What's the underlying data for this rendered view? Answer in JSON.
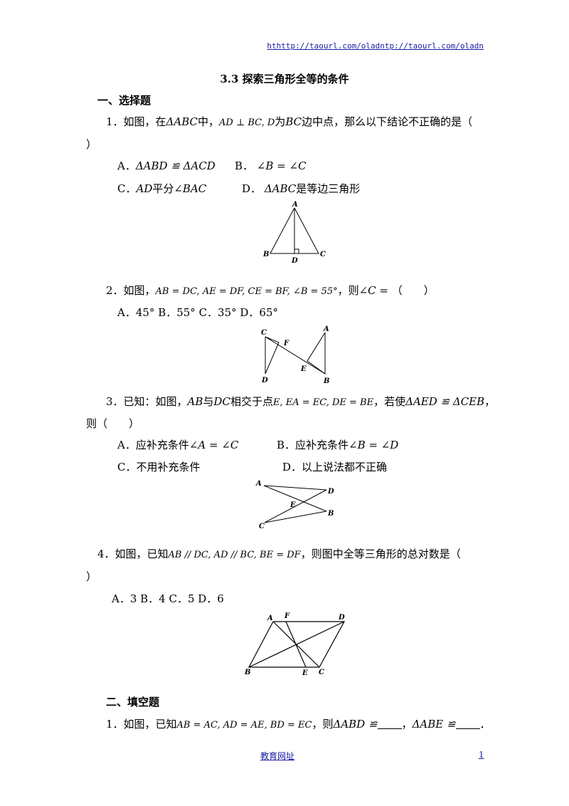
{
  "header": {
    "link": "hthttp://taourl.com/oladntp://taourl.com/oladn"
  },
  "title": "3.3 探索三角形全等的条件",
  "section1": "一、选择题",
  "q1": {
    "num": "1．如图，在",
    "tri": "ΔABC",
    "mid1": "中，",
    "cond": "AD ⊥ BC, D",
    "mid2": "为",
    "bc": "BC",
    "rest": "边中点，那么以下结论不正确的是（",
    "close": "）",
    "optA_label": "A．",
    "optA": "ΔABD ≌ ΔACD",
    "optB_label": "B．",
    "optB": "∠B = ∠C",
    "optC_label": "C．",
    "optC_ad": "AD",
    "optC_mid": "平分",
    "optC_bac": "∠BAC",
    "optD_label": "D．",
    "optD_tri": "ΔABC",
    "optD_rest": "是等边三角形",
    "fig": {
      "A": "A",
      "B": "B",
      "C": "C",
      "D": "D"
    }
  },
  "q2": {
    "num": "2．如图，",
    "cond": "AB = DC, AE = DF, CE = BF, ∠B = 55°",
    "mid": "，则",
    "ask": "∠C =",
    "paren": "（　　）",
    "options": "A．45°  B．55°  C．35°  D．65°",
    "fig": {
      "A": "A",
      "B": "B",
      "C": "C",
      "D": "D",
      "E": "E",
      "F": "F"
    }
  },
  "q3": {
    "num": "3．已知：如图，",
    "ab": "AB",
    "with": "与",
    "dc": "DC",
    "mid": "相交于点",
    "cond": "E, EA = EC, DE = BE",
    "rest": "，若使",
    "goal": "ΔAED ≌ ΔCEB",
    "comma": "，",
    "then": "则（　　）",
    "optA_label": "A．应补充条件",
    "optA": "∠A = ∠C",
    "optB_label": "B．应补充条件",
    "optB": "∠B = ∠D",
    "optC": "C．不用补充条件",
    "optD": "D．以上说法都不正确",
    "fig": {
      "A": "A",
      "B": "B",
      "C": "C",
      "D": "D",
      "E": "E"
    }
  },
  "q4": {
    "num": "4．如图，已知",
    "cond": "AB // DC, AD // BC, BE = DF",
    "rest": "，则图中全等三角形的总对数是（",
    "close": "）",
    "options": "A．3  B．4  C．5  D．6",
    "fig": {
      "A": "A",
      "B": "B",
      "C": "C",
      "D": "D",
      "E": "E",
      "F": "F"
    }
  },
  "section2": "二、填空题",
  "f1": {
    "num": "1．如图，已知",
    "cond": "AB = AC, AD = AE, BD = EC",
    "mid": "，则",
    "t1": "ΔABD ≌",
    "sep": "，",
    "t2": "ΔABE ≌",
    "end": "．"
  },
  "footer": {
    "link": "教育网址",
    "page": "1"
  }
}
